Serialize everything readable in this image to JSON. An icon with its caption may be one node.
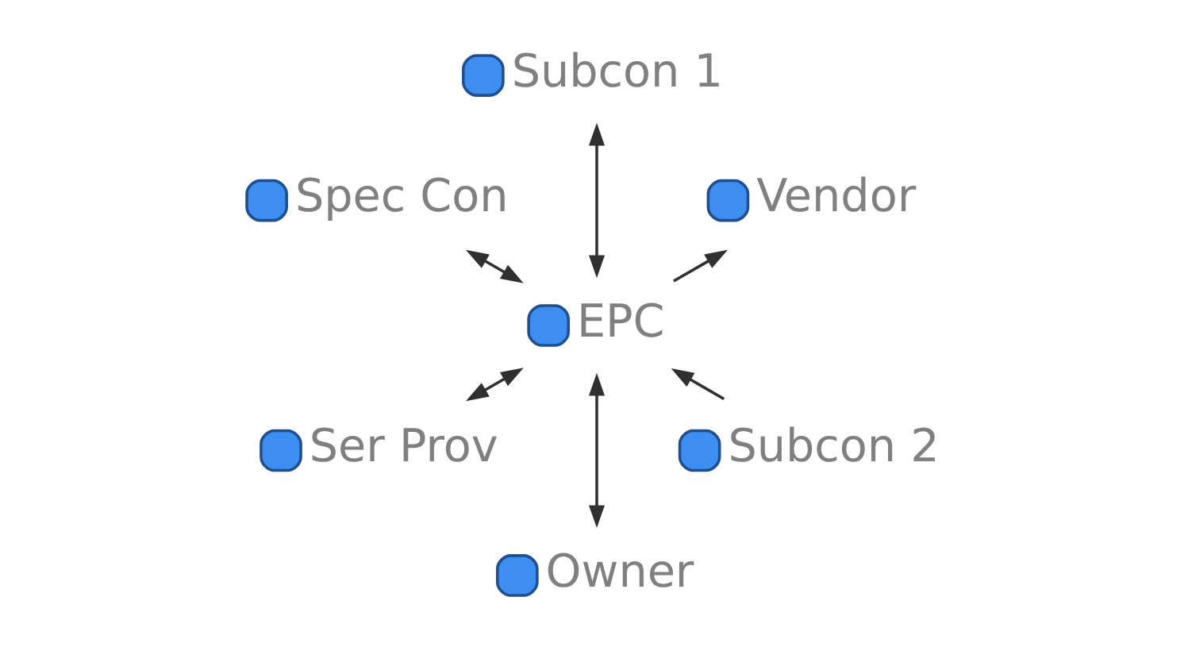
{
  "diagram": {
    "nodes": [
      {
        "text": [
          "Owner"
        ]
      },
      {
        "text": [
          "EPC"
        ]
      },
      {
        "text": [
          "Vendor"
        ]
      },
      {
        "text": [
          "Subcon 2"
        ]
      },
      {
        "text": [
          "Subcon 1"
        ]
      },
      {
        "text": [
          "Spec Con"
        ]
      },
      {
        "text": [
          "Ser Prov"
        ]
      }
    ],
    "edges": [
      {
        "from": 0,
        "to": 1,
        "arrow": "both"
      },
      {
        "from": 3,
        "to": 1,
        "arrow": "to"
      },
      {
        "from": 1,
        "to": 5,
        "arrow": "both"
      },
      {
        "from": 1,
        "to": 6,
        "arrow": "both"
      },
      {
        "from": 1,
        "to": 4,
        "arrow": "both"
      },
      {
        "from": 1,
        "to": 2,
        "arrow": "to"
      }
    ]
  }
}
